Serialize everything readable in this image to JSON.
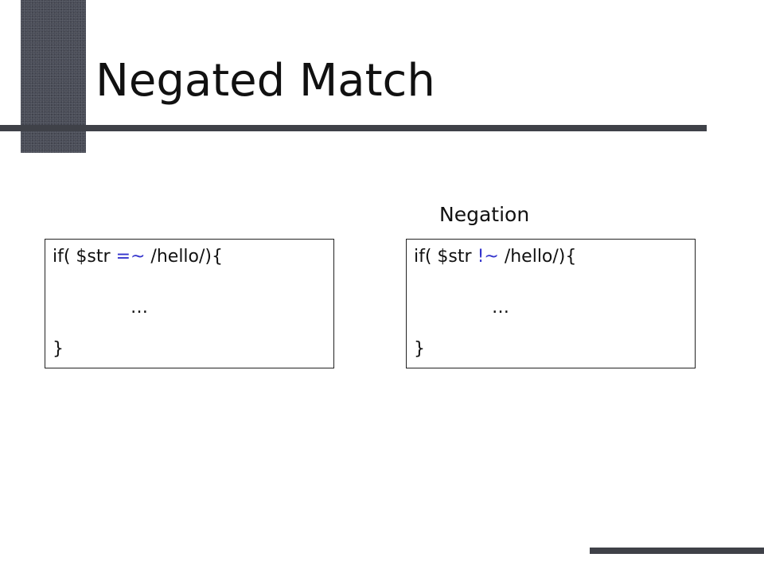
{
  "slide": {
    "title": "Negated Match",
    "annotation": "Negation",
    "examples": [
      {
        "prefix": "if( $str ",
        "operator": "=~",
        "suffix": " /hello/){",
        "body": "…",
        "closing": "}"
      },
      {
        "prefix": "if( $str ",
        "operator": "!~",
        "suffix": " /hello/){",
        "body": "…",
        "closing": "}"
      }
    ]
  },
  "colors": {
    "accent_block": "#4a4d58",
    "rule": "#3f4148",
    "operator": "#3333cc",
    "text": "#111111"
  }
}
